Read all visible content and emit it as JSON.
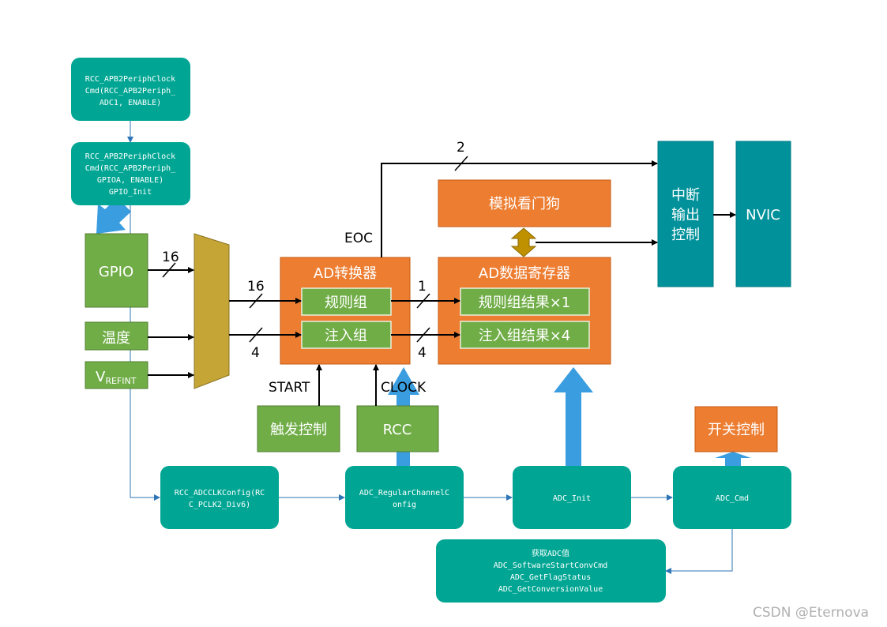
{
  "colors": {
    "teal_box": "#00a693",
    "teal_block": "#00919a",
    "teal_border": "#007c86",
    "green_box": "#70ad47",
    "orange_box": "#ed7d31",
    "orange_border": "#c55a11",
    "mux": "#c5a536",
    "gold_arrow": "#bf9000",
    "blue_arrow": "#3a9de0",
    "flow_line": "#2e75b6",
    "watermark": "#b0b0b0"
  },
  "code_boxes": {
    "rcc_adc1": [
      "RCC_APB2PeriphClock",
      "Cmd(RCC_APB2Periph_",
      "ADC1, ENABLE)"
    ],
    "rcc_gpioa": [
      "RCC_APB2PeriphClock",
      "Cmd(RCC_APB2Periph_",
      "GPIOA, ENABLE)",
      "GPIO_Init"
    ],
    "adcclk": [
      "RCC_ADCCLKConfig(RC",
      "C_PCLK2_Div6)"
    ],
    "regular_channel": [
      "ADC_RegularChannelC",
      "onfig"
    ],
    "adc_init": [
      "ADC_Init"
    ],
    "adc_cmd": [
      "ADC_Cmd"
    ],
    "get_value": [
      "获取ADC值",
      "ADC_SoftwareStartConvCmd",
      "ADC_GetFlagStatus",
      "ADC_GetConversionValue"
    ]
  },
  "blocks": {
    "gpio": "GPIO",
    "temp": "温度",
    "vrefint_main": "V",
    "vrefint_sub": "REFINT",
    "ad_converter": "AD转换器",
    "regular_group": "规则组",
    "injected_group": "注入组",
    "ad_data_register": "AD数据寄存器",
    "regular_result": "规则组结果×1",
    "injected_result": "注入组结果×4",
    "watchdog": "模拟看门狗",
    "interrupt_lines": [
      "中断",
      "输出",
      "控制"
    ],
    "nvic": "NVIC",
    "trigger": "触发控制",
    "rcc": "RCC",
    "switch": "开关控制"
  },
  "labels": {
    "gpio_bits": "16",
    "regular_bits": "16",
    "injected_bits": "4",
    "regular_out_bits": "1",
    "injected_out_bits": "4",
    "eoc_bits": "2",
    "eoc": "EOC",
    "start": "START",
    "clock": "CLOCK"
  },
  "watermark": "CSDN @Eternova"
}
